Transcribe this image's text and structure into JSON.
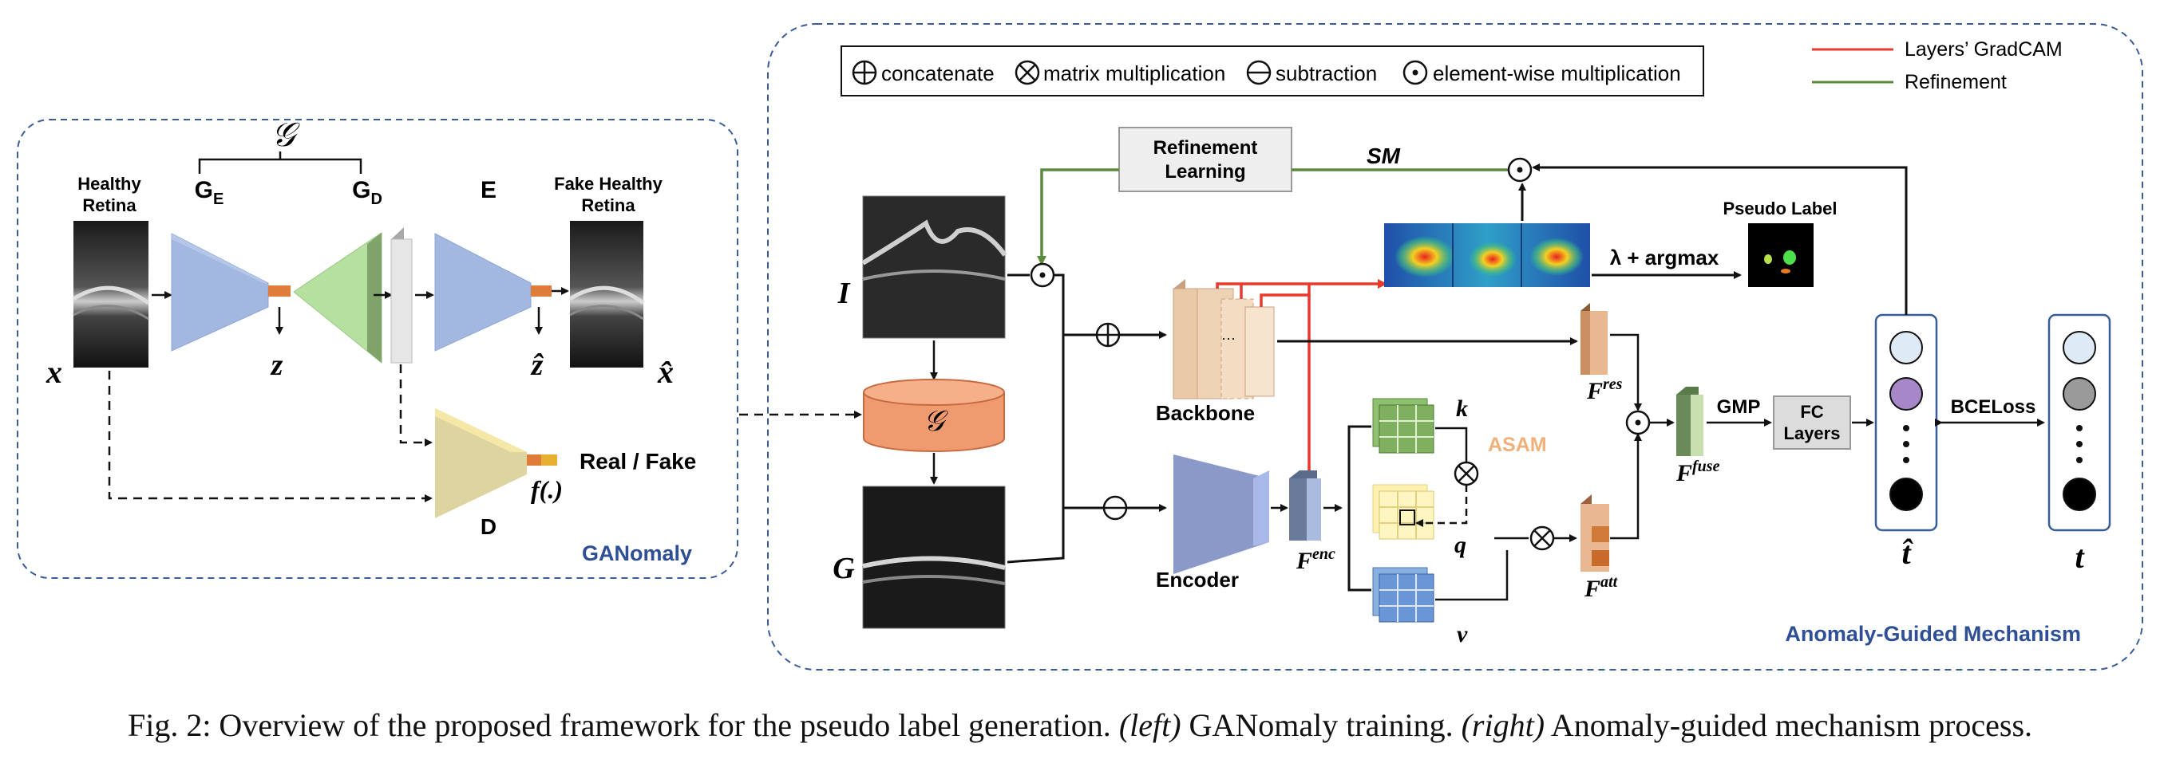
{
  "left_panel": {
    "title": "GANomaly",
    "generator_symbol": "𝒢",
    "ge": "G",
    "ge_sub": "E",
    "gd": "G",
    "gd_sub": "D",
    "e": "E",
    "healthy_l1": "Healthy",
    "healthy_l2": "Retina",
    "fake_l1": "Fake Healthy",
    "fake_l2": "Retina",
    "x": "x",
    "xhat": "x̂",
    "z": "z",
    "zhat": "ẑ",
    "d": "D",
    "f": "f(.)",
    "realfake": "Real / Fake"
  },
  "right_panel": {
    "title": "Anomaly-Guided Mechanism",
    "legend_ops": {
      "concat": "concatenate",
      "matmul": "matrix multiplication",
      "sub": "subtraction",
      "elem": "element-wise multiplication"
    },
    "legend_lines": {
      "gradcam": "Layers’ GradCAM",
      "refine": "Refinement",
      "gradcam_color": "#e8392d",
      "refine_color": "#5a8a3c"
    },
    "refinement_l1": "Refinement",
    "refinement_l2": "Learning",
    "sm": "SM",
    "i_label": "I",
    "g_label": "G",
    "generator_symbol": "𝒢",
    "backbone": "Backbone",
    "encoder": "Encoder",
    "lambda_argmax": "λ + argmax",
    "pseudo_label": "Pseudo Label",
    "asam": "ASAM",
    "k": "k",
    "q": "q",
    "v": "v",
    "f_res": "F",
    "f_res_sup": "res",
    "f_enc": "F",
    "f_enc_sup": "enc",
    "f_att": "F",
    "f_att_sup": "att",
    "f_fuse": "F",
    "f_fuse_sup": "fuse",
    "gmp": "GMP",
    "fc_l1": "FC",
    "fc_l2": "Layers",
    "bce": "BCELoss",
    "t_hat": "t̂",
    "t": "t"
  },
  "caption": {
    "prefix": "Fig. 2: Overview of the proposed framework for the pseudo label generation. ",
    "left": "(left)",
    "mid": " GANomaly training. ",
    "right": "(right)",
    "suffix": " Anomaly-guided mechanism process."
  }
}
